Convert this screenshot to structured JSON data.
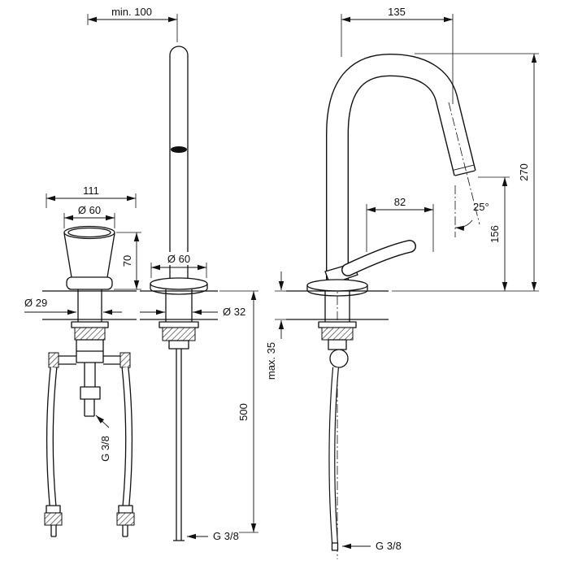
{
  "views": {
    "handle_front": {
      "dims": {
        "width": "111",
        "handle_diameter": "Ø 60",
        "handle_height": "70",
        "shaft_diameter": "Ø 29",
        "drain_thread": "G 3/8"
      }
    },
    "spout_front": {
      "dims": {
        "min_clearance": "min. 100",
        "base_diameter": "Ø 60",
        "mount_diameter": "Ø 32",
        "supply_thread": "G 3/8"
      }
    },
    "faucet_side": {
      "dims": {
        "spout_reach": "135",
        "total_height": "270",
        "outlet_height": "156",
        "handle_reach": "82",
        "outlet_angle": "25°",
        "deck_thickness": "max. 35",
        "connection_length": "500",
        "supply_thread": "G 3/8"
      }
    }
  },
  "colors": {
    "line": "#111111",
    "background": "#ffffff"
  }
}
